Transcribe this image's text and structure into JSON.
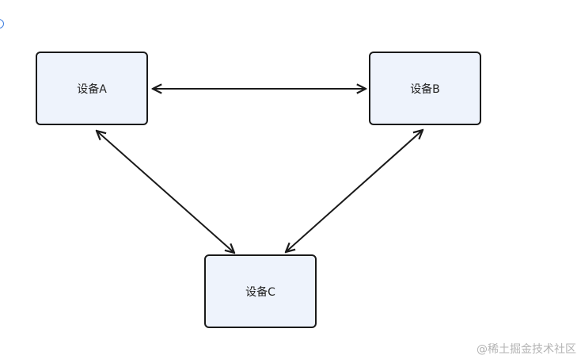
{
  "nodes": {
    "a": "设备A",
    "b": "设备B",
    "c": "设备C"
  },
  "watermark": "@稀土掘金技术社区",
  "colors": {
    "node_fill": "#eef3fc",
    "node_border": "#1a1a1a",
    "edge": "#1a1a1a",
    "watermark": "#b3b3b3"
  }
}
